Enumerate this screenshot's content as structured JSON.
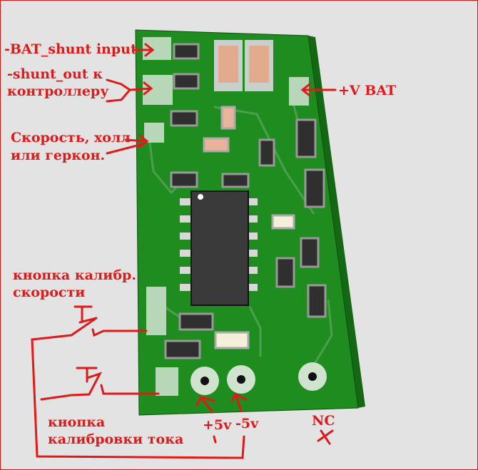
{
  "labels": {
    "bat_shunt_input": "-BAT_shunt input",
    "shunt_out_1": "-shunt_out к",
    "shunt_out_2": "контроллеру",
    "v_bat": "+V BAT",
    "speed_1": "Скорость, холл",
    "speed_2": "или геркон.",
    "speed_cal_1": "кнопка калибр.",
    "speed_cal_2": "скорости",
    "current_cal_1": "кнопка",
    "current_cal_2": "калибровки тока",
    "plus_5v": "+5v",
    "minus_5v": "-5v",
    "nc": "NC"
  },
  "colors": {
    "annotation": "#e01a1a",
    "pcb": "#1f8c1f",
    "pad": "#b8d6b8",
    "background": "#e3e3e3"
  }
}
